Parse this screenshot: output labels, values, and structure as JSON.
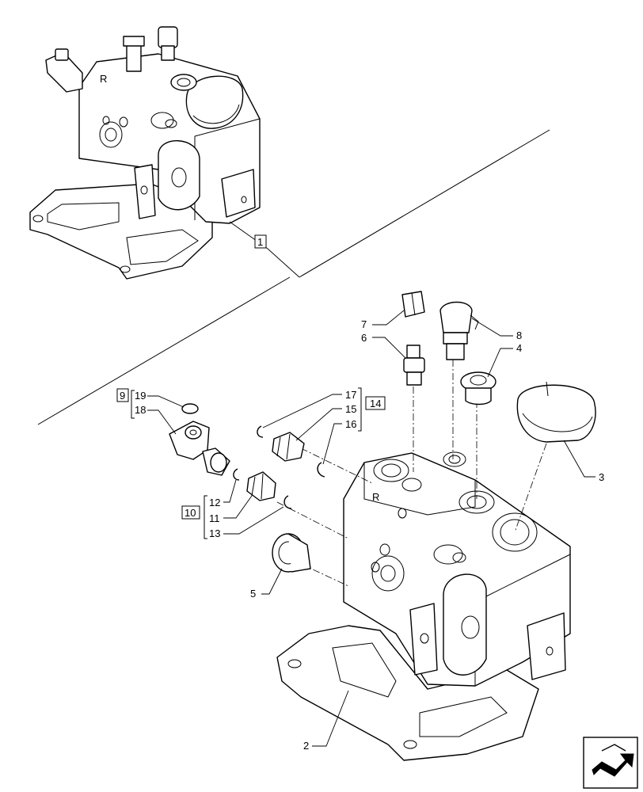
{
  "callouts": {
    "c1": "1",
    "c2": "2",
    "c3": "3",
    "c4": "4",
    "c5": "5",
    "c6": "6",
    "c7": "7",
    "c8": "8",
    "c9": "9",
    "c10": "10",
    "c11": "11",
    "c12": "12",
    "c13": "13",
    "c14": "14",
    "c15": "15",
    "c16": "16",
    "c17": "17",
    "c18": "18",
    "c19": "19"
  },
  "casting_marks": {
    "upper_r": "R",
    "lower_r": "R"
  },
  "nav_icon": "arrow-navigation-icon"
}
